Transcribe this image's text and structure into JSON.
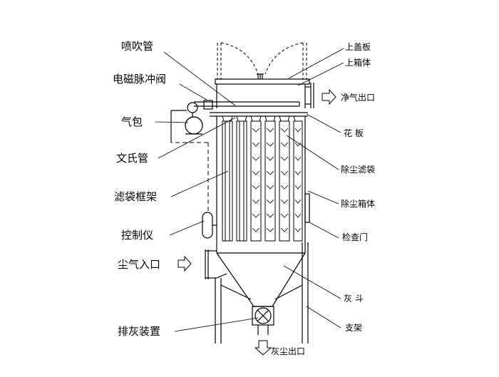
{
  "labels": {
    "spray_pipe": "喷吹管",
    "solenoid_pulse_valve": "电磁脉冲阀",
    "air_bag": "气包",
    "venturi": "文氏管",
    "filter_bag_frame": "滤袋框架",
    "controller": "控制仪",
    "dusty_gas_inlet": "尘气入口",
    "ash_discharge_device": "排灰装置",
    "top_cover": "上盖板",
    "upper_box": "上箱体",
    "clean_gas_outlet": "净气出口",
    "tube_sheet": "花 板",
    "filter_bag": "除尘滤袋",
    "dust_box": "除尘箱体",
    "inspection_door": "检查门",
    "ash_hopper": "灰 斗",
    "support": "支架",
    "dust_outlet": "灰尘出口"
  }
}
